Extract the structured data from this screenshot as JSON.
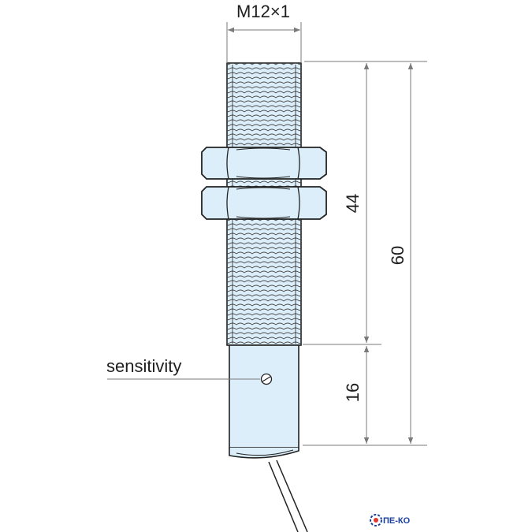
{
  "drawing": {
    "thread_label": "M12×1",
    "dim_threaded_length": "44",
    "dim_total_length": "60",
    "dim_body_length": "16",
    "sensitivity_label": "sensitivity"
  },
  "logo": {
    "text": "ПЕ-КО"
  },
  "colors": {
    "body_fill": "#dbeefa",
    "outline": "#222222",
    "dim_line": "#7a7a7a"
  }
}
